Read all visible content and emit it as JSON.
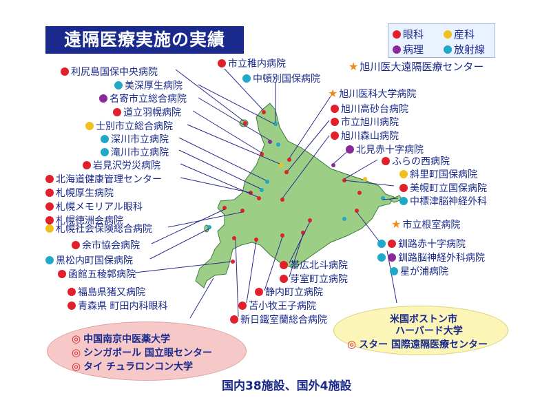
{
  "title": "遠隔医療実施の実績",
  "legend": {
    "ganka": "眼科",
    "sanka": "産科",
    "byori": "病理",
    "hoshasen": "放射線",
    "center": "旭川医大遠隔医療センター"
  },
  "colors": {
    "ganka": "#e0202a",
    "sanka": "#f0c020",
    "byori": "#8a2a9a",
    "hoshasen": "#20a8c8",
    "star": "#f08a1c",
    "map": "#9ccf85"
  },
  "hospitals_left": [
    "利尻島国保中央病院",
    "美深厚生病院",
    "名寄市立総合病院",
    "道立羽幌病院",
    "士別市立総合病院",
    "深川市立病院",
    "滝川市立病院",
    "岩見沢労災病院",
    "北海道健康管理センター",
    "札幌厚生病院",
    "札幌メモリアル眼科",
    "札幌徳洲会病院",
    "札幌社会保険総合病院",
    "余市協会病院",
    "黒松内町国保病院",
    "函館五稜郭病院",
    "福島県猪又病院",
    "青森県 町田内科眼科"
  ],
  "hospitals_top": [
    "市立稚内病院",
    "中頓別国保病院"
  ],
  "hospitals_right": [
    "旭川医科大学病院",
    "旭川高砂台病院",
    "市立旭川病院",
    "旭川森山病院",
    "北見赤十字病院",
    "ふらの西病院",
    "斜里町国保病院",
    "美幌町立国保病院",
    "中標津脳神経外科",
    "市立根室病院",
    "釧路赤十字病院",
    "釧路脳神経外科病院",
    "星が浦病院"
  ],
  "hospitals_south": [
    "帯広北斗病院",
    "芽室町立病院",
    "静内町立病院",
    "苫小牧王子病院",
    "新日鐵室蘭総合病院"
  ],
  "intl_left": [
    "中国南京中医薬大学",
    "シンガポール 国立眼センター",
    "タイ チュラロンコン大学"
  ],
  "intl_right": {
    "line1": "米国ボストン市",
    "line2": "ハーバード大学",
    "line3": "スター 国際遠隔医療センター"
  },
  "summary": "国内38施設、国外4施設"
}
